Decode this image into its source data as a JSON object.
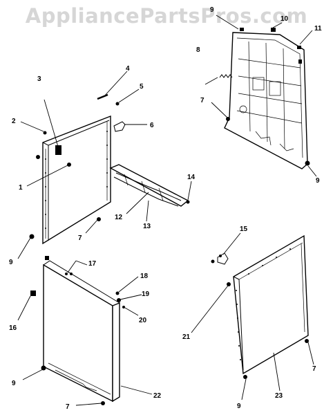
{
  "watermark": "AppliancePartsPros.com",
  "callouts": {
    "c1": "1",
    "c2": "2",
    "c3": "3",
    "c4": "4",
    "c5": "5",
    "c6": "6",
    "c7a": "7",
    "c7b": "7",
    "c7c": "7",
    "c7d": "7",
    "c8": "8",
    "c9a": "9",
    "c9b": "9",
    "c9c": "9",
    "c9d": "9",
    "c9e": "9",
    "c10": "10",
    "c11": "11",
    "c12": "12",
    "c13": "13",
    "c14": "14",
    "c15": "15",
    "c16": "16",
    "c17": "17",
    "c18": "18",
    "c19": "19",
    "c20": "20",
    "c21": "21",
    "c22": "22",
    "c23": "23"
  }
}
